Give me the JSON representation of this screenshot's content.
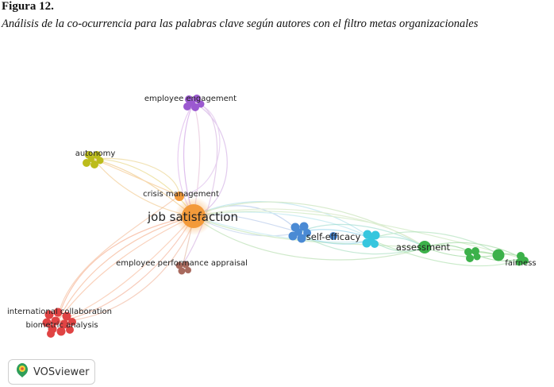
{
  "figure": {
    "title": "Figura 12.",
    "subtitle": "Análisis de la co-ocurrencia para las palabras clave según autores con el filtro metas organizacionales"
  },
  "network": {
    "nodes": [
      {
        "id": "employee_engagement",
        "label": "employee engagement",
        "cluster": "purple",
        "color": "#9b59d0"
      },
      {
        "id": "autonomy",
        "label": "autonomy",
        "cluster": "yellow",
        "color": "#c2c21f"
      },
      {
        "id": "crisis_management",
        "label": "crisis management",
        "cluster": "orange",
        "color": "#f39a3a"
      },
      {
        "id": "job_satisfaction",
        "label": "job satisfaction",
        "cluster": "orange",
        "color": "#f39a3a"
      },
      {
        "id": "employee_performance_appraisal",
        "label": "employee performance appraisal",
        "cluster": "brown",
        "color": "#a0675a"
      },
      {
        "id": "self_efficacy",
        "label": "self-efficacy",
        "cluster": "blue",
        "color": "#4a90d9"
      },
      {
        "id": "cyan_cluster",
        "label": "",
        "cluster": "cyan",
        "color": "#39c9e0"
      },
      {
        "id": "assessment",
        "label": "assessment",
        "cluster": "green",
        "color": "#3cb14a"
      },
      {
        "id": "fairness",
        "label": "fairness",
        "cluster": "green",
        "color": "#3cb14a"
      },
      {
        "id": "international_collaboration",
        "label": "international collaboration",
        "cluster": "red",
        "color": "#e04646"
      },
      {
        "id": "biometric_analysis",
        "label": "biometric analysis",
        "cluster": "red",
        "color": "#e04646"
      }
    ]
  },
  "branding": {
    "logo_text": "VOSviewer"
  }
}
